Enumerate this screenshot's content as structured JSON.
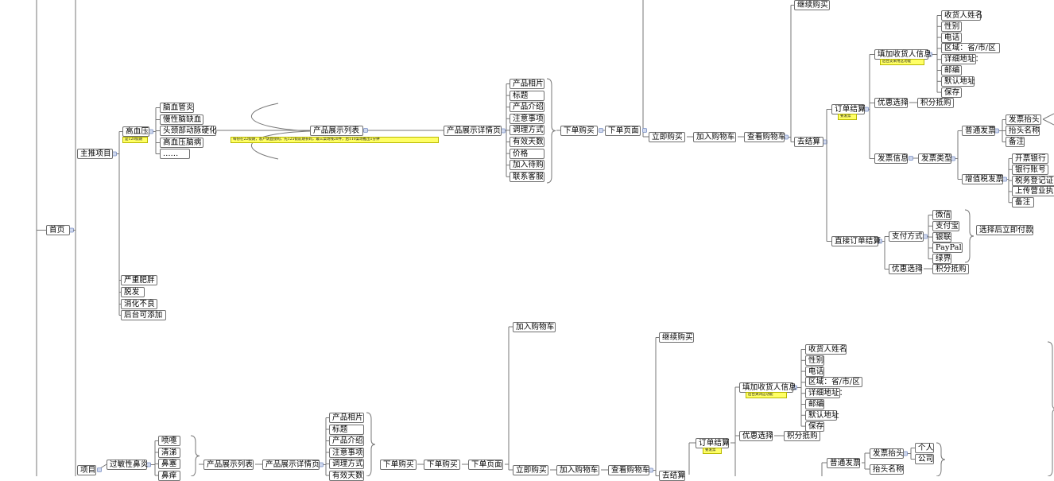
{
  "map": {
    "root": "首页",
    "branch_main": "主推项目",
    "branch_second": "项目",
    "conditions_main": [
      "高血压",
      "脑血管炎",
      "慢性脑缺血",
      "头颈部动脉硬化",
      "高血压脑病",
      "......",
      "严重肥胖",
      "脱发",
      "消化不良",
      "后台可添加"
    ],
    "conditions_second": [
      "过敏性鼻炎",
      "喷嚏",
      "清涕",
      "鼻塞",
      "鼻痒"
    ],
    "flow": {
      "product_list": "产品展示列表",
      "product_detail": "产品展示详情页",
      "buy": "下单购买",
      "order_page": "下单页面",
      "buy_now": "立即购买",
      "add_cart": "加入购物车",
      "view_cart": "查看购物车",
      "continue": "继续购买",
      "checkout": "去结算",
      "order_checkout": "订单结算",
      "direct_checkout": "直接订单结算"
    },
    "detail_items": [
      "产品相片",
      "标题",
      "产品介绍",
      "注意事项",
      "调理方式",
      "有效天数",
      "价格",
      "加入待购",
      "联系客服"
    ],
    "receiver": {
      "title": "填加收货人信息",
      "fields": [
        "收货人姓名",
        "性别",
        "电话",
        "区域：省/市/区",
        "详细地址：",
        "邮编",
        "默认地址",
        "保存"
      ]
    },
    "discount": {
      "title": "优惠选择",
      "points": "积分抵购"
    },
    "invoice": {
      "info": "发票信息",
      "type": "发票类型",
      "normal": "普通发票",
      "normal_fields": [
        "发票抬头",
        "抬头名称",
        "备注"
      ],
      "header_options": [
        "个人",
        "公司"
      ],
      "vat": "增值税发票",
      "vat_fields": [
        "开票银行",
        "银行账号",
        "税务登记证号",
        "上传营业执照",
        "备注"
      ]
    },
    "payment": {
      "title": "支付方式",
      "methods": [
        "微信",
        "支付宝",
        "银联",
        "PayPal",
        "绿界"
      ],
      "result": "选择后立即付款"
    },
    "notes": {
      "high_bp": "是120假期",
      "product_list": "每份在22假期，客户请直接购，先125假前期长码，最三案场线20件，后110案场推出1分钟",
      "order_checkout": "要发票",
      "receiver": "后台支采用这功能",
      "receiver2": "后台关闭这功能"
    }
  }
}
